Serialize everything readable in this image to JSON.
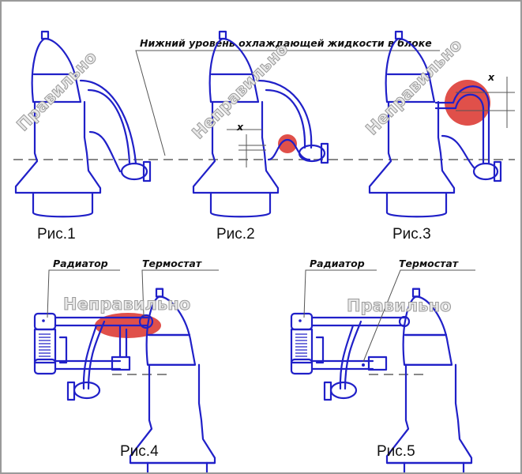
{
  "coolant_level_label": "Нижний уровень охлаждающей жидкости в блоке",
  "figures": [
    {
      "caption": "Рис.1",
      "verdict": "Правильно"
    },
    {
      "caption": "Рис.2",
      "verdict": "Неправильно",
      "dimension": "x"
    },
    {
      "caption": "Рис.3",
      "verdict": "Неправильно",
      "dimension": "x"
    },
    {
      "caption": "Рис.4",
      "verdict": "Неправильно",
      "radiator_label": "Радиатор",
      "thermostat_label": "Термостат"
    },
    {
      "caption": "Рис.5",
      "verdict": "Правильно",
      "radiator_label": "Радиатор",
      "thermostat_label": "Термостат"
    }
  ],
  "colors": {
    "line": "#2020c8",
    "highlight": "#e0504a",
    "level": "#888888"
  }
}
